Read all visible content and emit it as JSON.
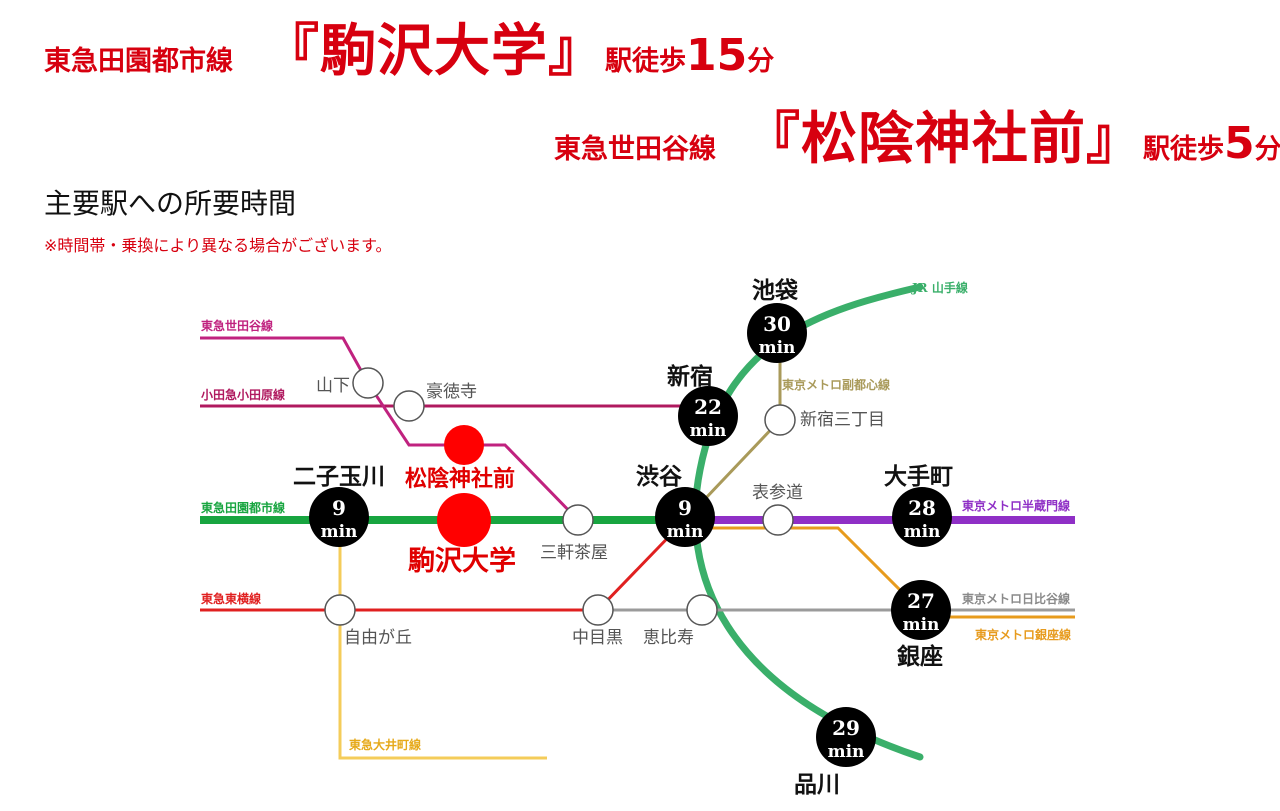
{
  "header": {
    "line1": {
      "line": "東急田園都市線",
      "station": "『駒沢大学』",
      "walk": "駅徒歩",
      "minutes": "15",
      "unit": "分"
    },
    "line2": {
      "line": "東急世田谷線",
      "station": "『松陰神社前』",
      "walk": "駅徒歩",
      "minutes": "5",
      "unit": "分"
    }
  },
  "subtitle": "主要駅への所要時間",
  "note": "※時間帯・乗換により異なる場合がございます。",
  "lines": {
    "setagaya": "東急世田谷線",
    "odakyu": "小田急小田原線",
    "denentoshi": "東急田園都市線",
    "toyoko": "東急東横線",
    "oimachi": "東急大井町線",
    "yamanote": "JR 山手線",
    "fukutoshin": "東京メトロ副都心線",
    "hanzomon": "東京メトロ半蔵門線",
    "hibiya": "東京メトロ日比谷線",
    "ginza": "東京メトロ銀座線"
  },
  "stations": {
    "yamashita": "山下",
    "gotokuji": "豪徳寺",
    "sangenjaya": "三軒茶屋",
    "jiyugaoka": "自由が丘",
    "nakameguro": "中目黒",
    "ebisu": "恵比寿",
    "omotesando": "表参道",
    "shinjukusanchome": "新宿三丁目",
    "shoinjinjamae": "松陰神社前",
    "komazawadaigaku": "駒沢大学"
  },
  "majors": {
    "ikebukuro": {
      "name": "池袋",
      "min": "30",
      "unit": "min"
    },
    "shinjuku": {
      "name": "新宿",
      "min": "22",
      "unit": "min"
    },
    "shibuya": {
      "name": "渋谷",
      "min": "9",
      "unit": "min"
    },
    "futakotamagawa": {
      "name": "二子玉川",
      "min": "9",
      "unit": "min"
    },
    "otemachi": {
      "name": "大手町",
      "min": "28",
      "unit": "min"
    },
    "ginza": {
      "name": "銀座",
      "min": "27",
      "unit": "min"
    },
    "shinagawa": {
      "name": "品川",
      "min": "29",
      "unit": "min"
    }
  },
  "colors": {
    "accent": "#d7000f",
    "setagaya": "#c0227f",
    "odakyu": "#b0195f",
    "denentoshi": "#18a540",
    "toyoko": "#e02020",
    "oimachi": "#f4cc5a",
    "yamanote": "#3aaf6a",
    "fukutoshin": "#a99a5a",
    "hanzomon": "#8f2fc6",
    "hibiya": "#9b9b9b",
    "ginza": "#e79b1d"
  }
}
